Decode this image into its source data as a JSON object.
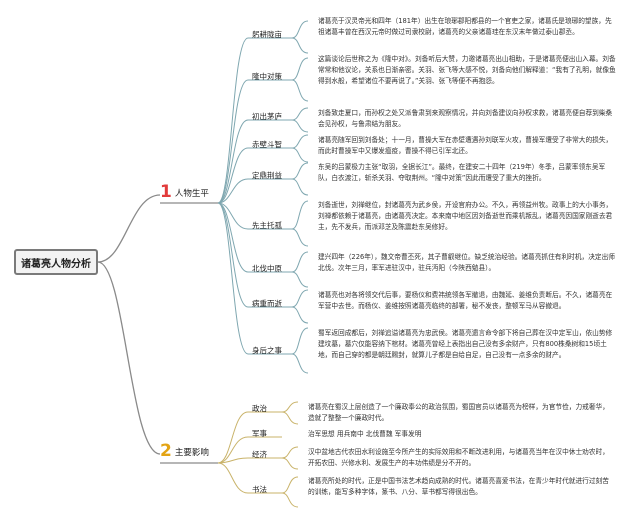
{
  "root": {
    "label": "诸葛亮人物分析"
  },
  "branches": [
    {
      "num": "1",
      "label": "人物生平",
      "items": [
        {
          "label": "躬耕陇亩",
          "text": "诸葛亮于汉灵帝光和四年（181年）出生在琅琊郡阳都县的一个官吏之家，诸葛氏是琅琊的望族，先祖诸葛丰曾在西汉元帝时做过司隶校尉，诸葛亮的父亲诸葛珪在东汉末年做过泰山郡丞。"
        },
        {
          "label": "隆中对策",
          "text": "这篇谈论后世称之为《隆中对》。刘备听后大赞，力邀诸葛亮出山相助，于是诸葛亮便出山入幕。刘备常常和他议论，关系也日渐亲密。关羽、张飞等大感不悦，刘备向他们解释道：“我有了孔明，就像鱼得到水般，希望诸位不要再说了。”关羽、张飞等便不再抱怨。"
        },
        {
          "label": "初出茅庐",
          "text": "刘备致走夏口，而孙权之处又派鲁肃到来观察情况，并向刘备建议向孙权求救，诸葛亮便自荐到柴桑会见孙权，与鲁肃结为朋友。"
        },
        {
          "label": "赤壁斗智",
          "text": "诸葛亮随军回到刘备处；十一月，曹操大军在赤壁遭遇孙刘联军火攻，曹操军遭受了非常大的损失，而此时曹操军中又爆发瘟疫，曹操不得已引军北还。"
        },
        {
          "label": "定鼎荆益",
          "text": "东吴的吕蒙极力主张“取羽，全据长江”。最终，在建安二十四年（219年）冬季，吕蒙率领东吴军队，白衣渡江，斩杀关羽、夺取荆州。“隆中对策”因此而遭受了重大的挫折。"
        },
        {
          "label": "先主托孤",
          "text": "刘备逝世，刘禅继位，封诸葛亮为武乡侯，开设官府办公。不久，再领益州牧。政事上的大小事务，刘禅都依赖于诸葛亮，由诸葛亮决定。本来南中地区因刘备逝世而乘机叛乱，诸葛亮因国家刚逝去君主，先不发兵，而派邓芝及陈震赴东吴修好。"
        },
        {
          "label": "北伐中原",
          "text": "建兴四年（226年），魏文帝曹丕死，其子曹叡继位。缺乏统治经验。诸葛亮抓住有利时机，决定出师北伐。次年三月，率军进驻汉中，驻兵沔阳（今陕西勉县）。"
        },
        {
          "label": "病重而逝",
          "text": "诸葛亮也对各将领交代后事，要杨仪和费祎统领各军撤退，由魏延、姜维负责断后。不久，诸葛亮在军营中去世。而杨仪、姜维按照诸葛亮临终的部署，秘不发丧，整顿军马从容撤退。"
        },
        {
          "label": "身后之事",
          "text": "蜀军返回成都后，刘禅追谥诸葛亮为忠武侯。诸葛亮遗言命令部下将自己葬在汉中定军山，依山势修建坟墓，墓穴仅能容纳下棺材。诸葛亮曾经上表指出自己没有多余财产，只有800株桑树和15顷土地，而自己穿的都是朝廷赐封，就算儿子都是自给自足，自己没有一点多余的财产。"
        }
      ]
    },
    {
      "num": "2",
      "label": "主要影响",
      "items": [
        {
          "label": "政治",
          "text": "诸葛亮在蜀汉上层创造了一个廉政奉公的政治氛围，蜀国官员以诸葛亮为榜样，为官节俭，力戒奢华，造就了整整一个廉政时代。"
        },
        {
          "label": "军事",
          "text": "治军思想 用兵南中 北伐曹魏 军事发明"
        },
        {
          "label": "经济",
          "text": "汉中盆地古代农田水利设施至今所产生的实际效用和不断改进利用，与诸葛亮当年在汉中休士劝农时，开拓农田、兴修水利、发展生产的丰功伟绩是分不开的。"
        },
        {
          "label": "书法",
          "text": "诸葛亮所处的时代，正是中国书法艺术趋向成熟的时代。诸葛亮喜爱书法，在青少年时代就进行过刻苦的训练，能写多种字体，篆书、八分、草书都写得很出色。"
        }
      ]
    }
  ],
  "colors": {
    "root_border": "#7a7a7a",
    "line_grey": "#8a8a8a",
    "branch1_line": "#7fa7b0",
    "branch1_num": "#e23b3b",
    "branch2_line": "#c9b36a",
    "branch2_num": "#e3a415"
  }
}
